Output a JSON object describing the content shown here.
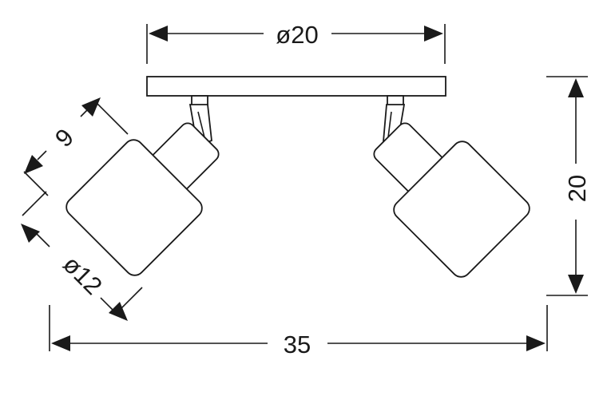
{
  "dimensions": {
    "plate_diameter": "ø20",
    "height": "20",
    "shade_depth": "9",
    "shade_diameter": "ø12",
    "total_width": "35"
  }
}
